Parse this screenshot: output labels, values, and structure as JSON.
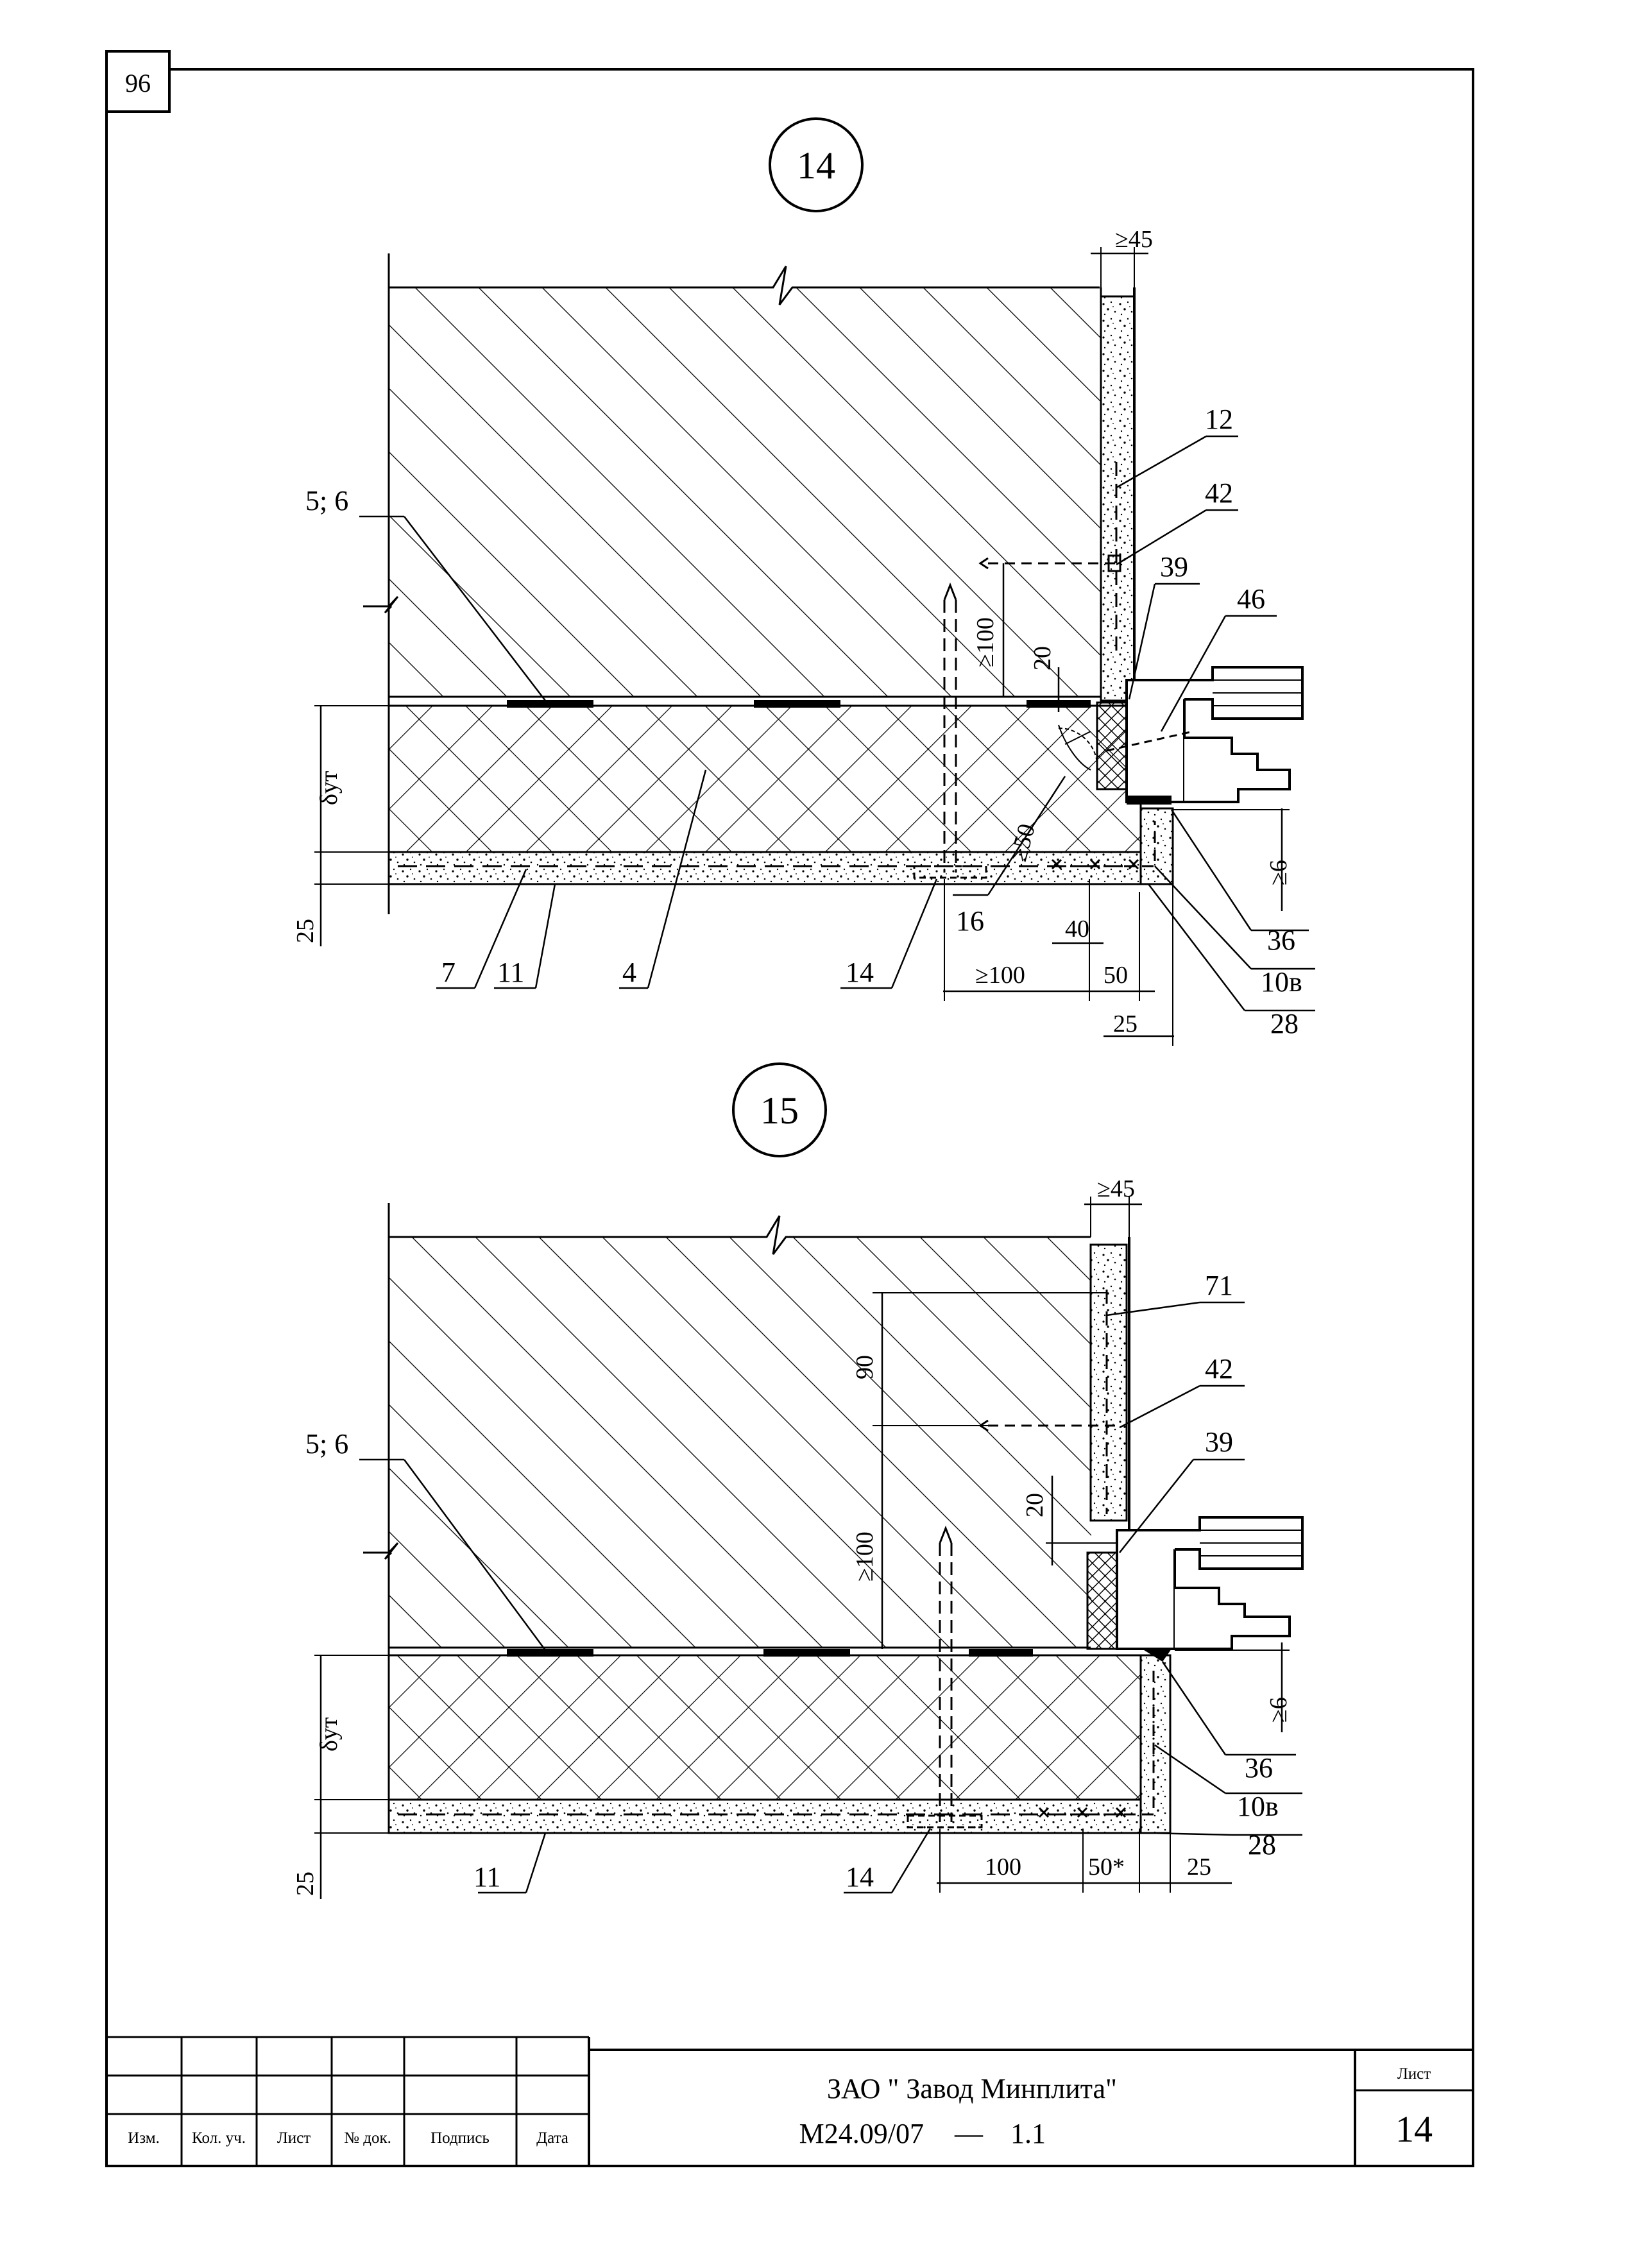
{
  "page_number": "96",
  "detail_14": {
    "number": "14",
    "labels": {
      "l12": "12",
      "l42": "42",
      "l39": "39",
      "l46": "46",
      "l56": "5; 6",
      "l36": "36",
      "l10v": "10в",
      "l28": "28",
      "l7": "7",
      "l11": "11",
      "l4": "4",
      "l14": "14",
      "l16": "16"
    },
    "dims": {
      "d45": "≥45",
      "d100v": "≥100",
      "d20": "20",
      "d50v": "≥50",
      "d40": "40",
      "d100h": "≥100",
      "d50h": "50",
      "d25b": "25",
      "d6": "≥6",
      "d25l": "25",
      "delta": "δут"
    }
  },
  "detail_15": {
    "number": "15",
    "labels": {
      "l71": "71",
      "l42": "42",
      "l39": "39",
      "l56": "5; 6",
      "l36": "36",
      "l10v": "10в",
      "l28": "28",
      "l11": "11",
      "l14": "14"
    },
    "dims": {
      "d45": "≥45",
      "d90": "90",
      "d100v": "≥100",
      "d20": "20",
      "d100h": "100",
      "d50h": "50*",
      "d25h": "25",
      "d6": "≥6",
      "d25l": "25",
      "delta": "δут"
    }
  },
  "title_block": {
    "headers": [
      "Изм.",
      "Кол. уч.",
      "Лист",
      "№ док.",
      "Подпись",
      "Дата"
    ],
    "company": "ЗАО \" Завод Минплита\"",
    "code": "М24.09/07",
    "dash": "—",
    "code_suffix": "1.1",
    "sheet_label": "Лист",
    "sheet_number": "14"
  }
}
